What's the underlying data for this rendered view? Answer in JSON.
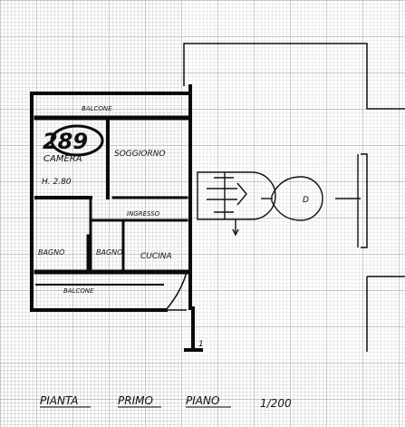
{
  "plan": {
    "stamp_number": "289",
    "rooms": {
      "camera": "CAMERA",
      "soggiorno": "SOGGIORNO",
      "ingresso": "INGRESSO",
      "bagno_sx": "BAGNO",
      "bagno_dx": "BAGNO",
      "cucina": "CUCINA",
      "balcone_top": "BALCONE",
      "balcone_bottom": "BALCONE"
    },
    "height_note": "H. 2.80",
    "stair_mark": "D",
    "corner_mark": "1",
    "caption": {
      "word1": "PIANTA",
      "word2": "PRIMO",
      "word3": "PIANO",
      "scale": "1/200"
    }
  }
}
